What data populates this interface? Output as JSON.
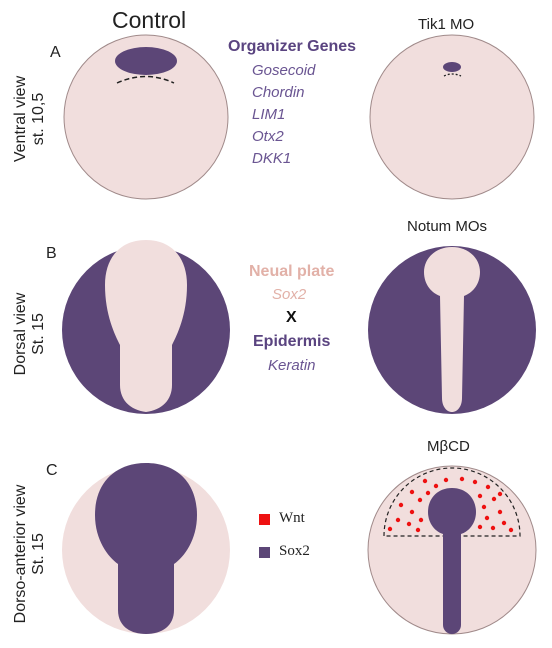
{
  "colors": {
    "embryo": "#f1dedd",
    "purple": "#5c4677",
    "outline": "#a08a8a",
    "wnt": "#ee1111",
    "gene_text": "#6a5592",
    "neural_plate_text": "#e2b1a8"
  },
  "titles": {
    "control": "Control",
    "tik1": "Tik1 MO",
    "notum": "Notum MOs",
    "mbcd": "MβCD"
  },
  "panels": {
    "a": {
      "letter": "A",
      "view_line1": "Ventral view",
      "view_line2": "st. 10,5"
    },
    "b": {
      "letter": "B",
      "view_line1": "Dorsal view",
      "view_line2": "St. 15"
    },
    "c": {
      "letter": "C",
      "view_line1": "Dorso-anterior view",
      "view_line2": "St. 15"
    }
  },
  "organizer": {
    "heading": "Organizer Genes",
    "genes": [
      "Gosecoid",
      "Chordin",
      "LIM1",
      "Otx2",
      "DKK1"
    ]
  },
  "markers": {
    "neural_plate": "Neual plate",
    "sox2": "Sox2",
    "x": "X",
    "epidermis": "Epidermis",
    "keratin": "Keratin"
  },
  "legend": {
    "wnt": "Wnt",
    "sox2": "Sox2"
  }
}
